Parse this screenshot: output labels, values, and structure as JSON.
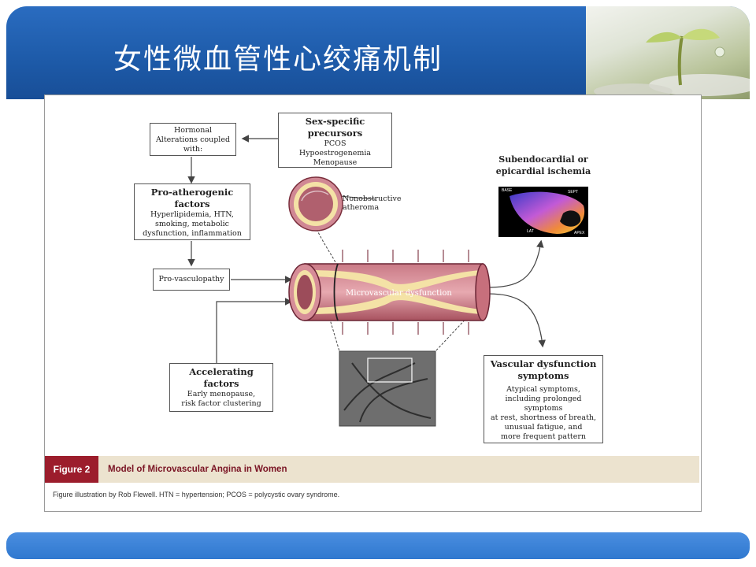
{
  "slide": {
    "title": "女性微血管性心绞痛机制"
  },
  "diagram": {
    "hormonal": "Hormonal Alterations coupled with:",
    "sex_specific": {
      "title": "Sex-specific precursors",
      "items": [
        "PCOS",
        "Hypoestrogenemia",
        "Menopause"
      ]
    },
    "pro_atherogenic": {
      "title": "Pro-atherogenic factors",
      "items": [
        "Hyperlipidemia, HTN,",
        "smoking, metabolic",
        "dysfunction, inflammation"
      ]
    },
    "pro_vasculopathy": "Pro-vasculopathy",
    "accelerating": {
      "title": "Accelerating factors",
      "items": [
        "Early menopause,",
        "risk factor clustering"
      ]
    },
    "nonobstructive": [
      "Nonobstructive",
      "atheroma"
    ],
    "vessel_label": "Microvascular dysfunction",
    "ischemia": {
      "title": [
        "Subendocardial or",
        "epicardial ischemia"
      ],
      "map_labels": [
        "BASE",
        "SEPT",
        "LAT",
        "APEX"
      ]
    },
    "symptoms": {
      "title": [
        "Vascular dysfunction",
        "symptoms"
      ],
      "items": [
        "Atypical symptoms,",
        "including prolonged symptoms",
        "at rest, shortness of breath,",
        "unusual fatigue, and",
        "more frequent pattern"
      ]
    }
  },
  "caption": {
    "tag": "Figure 2",
    "title": "Model of Microvascular Angina in Women",
    "credit": "Figure illustration by Rob Flewell. HTN = hypertension; PCOS = polycystic ovary syndrome."
  }
}
